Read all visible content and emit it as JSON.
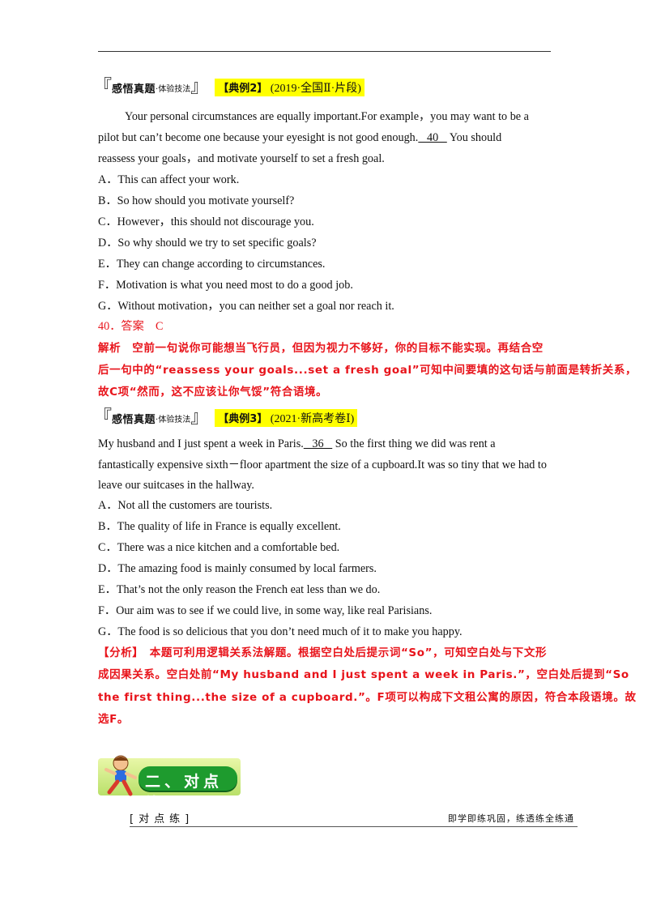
{
  "section_a": {
    "title": "感悟真题",
    "subtitle": "·体验技法",
    "example_label": "【典例2】",
    "source": "(2019·全国Ⅱ·片段)"
  },
  "passage_a": {
    "line1": "Your personal circumstances are equally important.For example，you may want to be a",
    "line2_pre": "pilot but can’t become one because your eyesight is not good enough.",
    "blank": "   40   ",
    "line2_post": " You should",
    "line3": "reassess your goals，and motivate yourself to set a fresh goal."
  },
  "options_a": [
    "A．This can affect your work.",
    "B．So how should you motivate yourself?",
    "C．However，this should not discourage you.",
    "D．So why should we try to set specific goals?",
    "E．They can change according to circumstances.",
    "F．Motivation is what you need most to do a good job.",
    "G．Without motivation，you can neither set a goal nor reach it."
  ],
  "answer_a": "40．答案　C",
  "analysis_a": [
    "解析　空前一句说你可能想当飞行员，但因为视力不够好，你的目标不能实现。再结合空",
    "后一句中的“reassess your goals...set a fresh goal”可知中间要填的这句话与前面是转折关系，",
    "故C项“然而，这不应该让你气馁”符合语境。"
  ],
  "section_b": {
    "title": "感悟真题",
    "subtitle": "·体验技法",
    "example_label": "【典例3】",
    "source": "(2021·新高考卷Ⅰ)"
  },
  "passage_b": {
    "line1_pre": "My husband and I just spent a week in Paris.",
    "blank": "   36   ",
    "line1_post": " So the first thing we did was rent a",
    "line2": "fantastically expensive sixth－floor apartment the size of a cupboard.It was so tiny that we had to",
    "line3": "leave our suitcases in the hallway."
  },
  "options_b": [
    "A．Not all the customers are tourists.",
    "B．The quality of life in France is equally excellent.",
    "C．There was a nice kitchen and a comfortable bed.",
    "D．The amazing food is mainly consumed by local farmers.",
    "E．That’s not the only reason the French eat less than we do.",
    "F．Our aim was to see if we could live, in some way, like real Parisians.",
    "G．The food is so delicious that you don’t need much of it to make you happy."
  ],
  "analysis_b": [
    "【分析】　本题可利用逻辑关系法解题。根据空白处后提示词“So”，可知空白处与下文形",
    "成因果关系。空白处前“My husband and I just spent a week in Paris.”，空白处后提到“So",
    "the first thing...the size of a cupboard.”。F项可以构成下文租公寓的原因，符合本段语境。故",
    "选F。"
  ],
  "banner": {
    "label": "二、对点练"
  },
  "footer": {
    "left": "对点练",
    "right": "即学即练巩固，练透练全练通"
  },
  "colors": {
    "answer_red": "#e8141b",
    "highlight": "#ffff00",
    "banner_green": "#1e9b2e"
  }
}
